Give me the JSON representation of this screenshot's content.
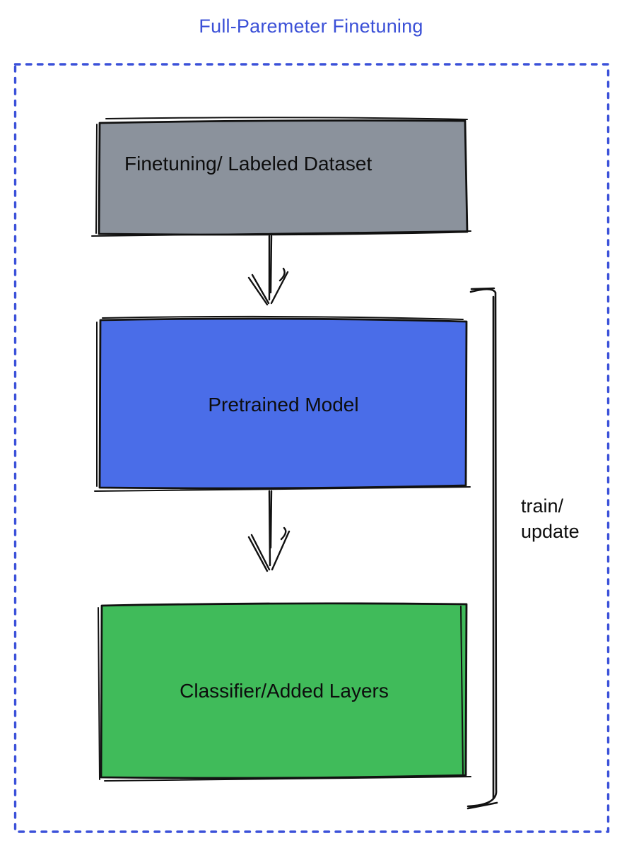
{
  "title": "Full-Paremeter Finetuning",
  "colors": {
    "title_blue": "#3b50d7",
    "border_blue": "#3b51d9",
    "dataset_gray": "#8b929c",
    "pretrained_blue": "#4a6de8",
    "classifier_green": "#40bb5a",
    "stroke_black": "#111111"
  },
  "boxes": {
    "dataset": {
      "label": "Finetuning/ Labeled Dataset"
    },
    "pretrained": {
      "label": "Pretrained Model"
    },
    "classifier": {
      "label": "Classifier/Added Layers"
    }
  },
  "bracket": {
    "lines": [
      "train/",
      "update"
    ]
  }
}
